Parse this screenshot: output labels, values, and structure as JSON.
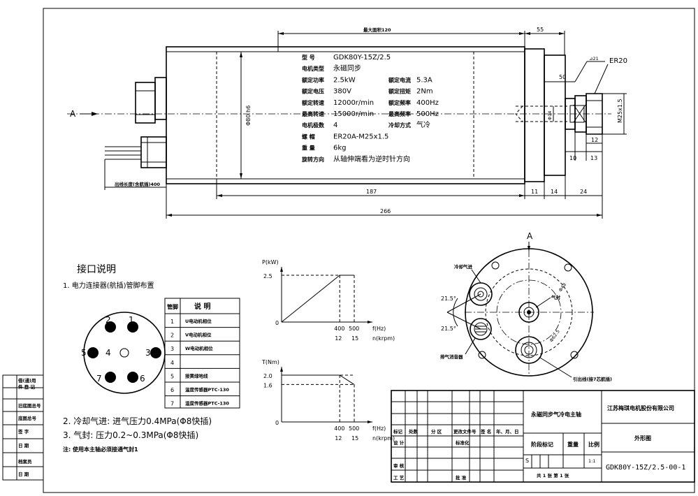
{
  "drawing": {
    "top_dim_label": "最大面积120",
    "dim_55": "55",
    "dim_50": "50",
    "thread_sym": "⊿21",
    "collet_label": "ER20",
    "dim_m25": "M25x1.5",
    "dim_12": "12",
    "dim_10": "10",
    "dim_13": "13",
    "dim_phi80": "Φ80 h6",
    "dim_phi14": "Φ14",
    "dim_187": "187",
    "dim_11": "11",
    "dim_14": "14",
    "dim_24": "24",
    "dim_266": "266",
    "cable_label": "出线长度(含航插)400",
    "view_a": "A"
  },
  "specs": [
    {
      "k": "型  号",
      "v": "GDK80Y-15Z/2.5"
    },
    {
      "k": "电机类型",
      "v": "永磁同步"
    },
    {
      "k": "额定功率",
      "v": "2.5kW",
      "k2": "额定电流",
      "v2": "5.3A"
    },
    {
      "k": "额定电压",
      "v": "380V",
      "k2": "额定扭矩",
      "v2": "2Nm"
    },
    {
      "k": "额定转速",
      "v": "12000r/min",
      "k2": "额定频率",
      "v2": "400Hz"
    },
    {
      "k": "最高转速",
      "v": "15000r/min",
      "k2": "最高频率",
      "v2": "500Hz"
    },
    {
      "k": "电机极数",
      "v": "4",
      "k2": "冷却方式",
      "v2": "气冷"
    },
    {
      "k": "螺  帽",
      "v": "ER20A-M25x1.5"
    },
    {
      "k": "重  量",
      "v": "6kg"
    },
    {
      "k": "旋转方向",
      "v": "从轴伸端看为逆时针方向"
    }
  ],
  "interface": {
    "title": "接口说明",
    "item1": "1. 电力连接器(航插)管脚布置",
    "pins_visual": [
      "1",
      "2",
      "3",
      "4",
      "5",
      "6",
      "7"
    ],
    "pin_header": "管脚",
    "desc_header": "说  明",
    "pins": [
      {
        "n": "1",
        "d": "U电动机相位"
      },
      {
        "n": "2",
        "d": "V电动机相位"
      },
      {
        "n": "3",
        "d": "W电动机相位"
      },
      {
        "n": "4",
        "d": ""
      },
      {
        "n": "5",
        "d": "接黄绿地线"
      },
      {
        "n": "6",
        "d": "温度传感器PTC-130"
      },
      {
        "n": "7",
        "d": "温度传感器PTC-130"
      }
    ],
    "item2": "2. 冷却气进:  进气压力0.4MPa(Φ8快插)",
    "item3": "3. 气封:  压力0.2~0.3MPa(Φ8快插)",
    "note": "注: 使用本主轴必须接通气封1"
  },
  "chart_data": [
    {
      "type": "line",
      "ylabel": "P(kW)",
      "xlabel": "f(Hz)",
      "xlabel2": "n(krpm)",
      "ytick": "2.5",
      "origin": "0",
      "xticks": [
        "400",
        "500"
      ],
      "xticks2": [
        "12",
        "15"
      ],
      "x": [
        0,
        400,
        500
      ],
      "y": [
        0,
        2.5,
        2.5
      ]
    },
    {
      "type": "line",
      "ylabel": "T(Nm)",
      "xlabel": "f(Hz)",
      "xlabel2": "n(krpm)",
      "yticks": [
        "2.0",
        "1.6"
      ],
      "origin": "0",
      "xticks": [
        "400",
        "500"
      ],
      "xticks2": [
        "12",
        "15"
      ],
      "x": [
        0,
        400,
        500
      ],
      "y": [
        2.0,
        2.0,
        1.6
      ]
    }
  ],
  "endview": {
    "a": "A",
    "cool_in": "冷却气进",
    "air_seal": "气封",
    "exhaust": "排气消音器",
    "outlet": "引出线(接7芯航插)",
    "ang1": "21.5°",
    "ang2": "21.5°",
    "d1": "Φ48",
    "d2": "Φ62.5"
  },
  "titleblock": {
    "product": "永磁同步气冷电主轴",
    "company": "江苏梅琪电机股份有限公司",
    "drawing_type": "外形图",
    "code": "GDK80Y-15Z/2.5-00-1",
    "mark": "标记",
    "count": "处数",
    "zone": "分 区",
    "docno": "更改文件号",
    "sign": "签 名",
    "date": "年、月、日",
    "design": "设 计",
    "standard": "标准化",
    "stage": "阶段标记",
    "weight": "重量",
    "scale": "比例",
    "s": "S",
    "scale_val": "1:1",
    "review": "审 核",
    "process": "工 艺",
    "approve": "批 准",
    "sheets": "共 1 张   第 1 张"
  },
  "sidebar": [
    "借(通)用",
    "件 登 记",
    "旧底图总号",
    "底图总号",
    "签 字",
    "日 期",
    "档案员",
    "日 期"
  ]
}
